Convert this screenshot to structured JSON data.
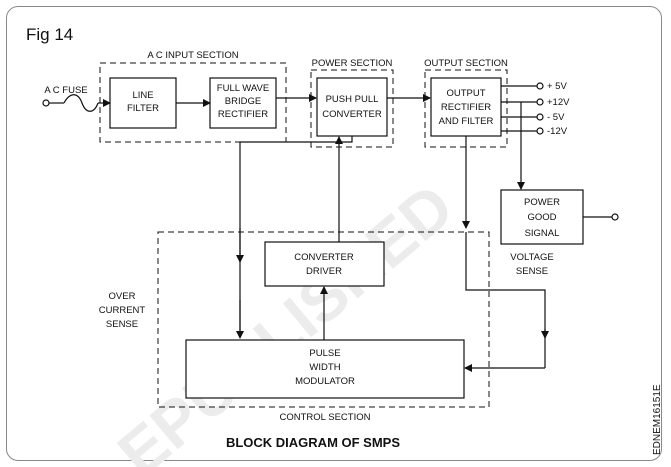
{
  "figure_label": "Fig 14",
  "watermark": "EPUBLISHED",
  "sections": {
    "ac_input": "A C  INPUT SECTION",
    "power": "POWER SECTION",
    "output": "OUTPUT SECTION",
    "control": "CONTROL SECTION"
  },
  "blocks": {
    "line_filter": [
      "LINE",
      "FILTER"
    ],
    "full_wave_bridge": [
      "FULL WAVE",
      "BRIDGE",
      "RECTIFIER"
    ],
    "push_pull": [
      "PUSH PULL",
      "CONVERTER"
    ],
    "output_rectifier": [
      "OUTPUT",
      "RECTIFIER",
      "AND FILTER"
    ],
    "power_good": [
      "POWER",
      "GOOD",
      "SIGNAL"
    ],
    "converter_driver": [
      "CONVERTER",
      "DRIVER"
    ],
    "pwm": [
      "PULSE",
      "WIDTH",
      "MODULATOR"
    ]
  },
  "labels": {
    "ac_fuse": "A C FUSE",
    "over_current": [
      "OVER",
      "CURRENT",
      "SENSE"
    ],
    "voltage_sense": [
      "VOLTAGE",
      "SENSE"
    ]
  },
  "outputs": [
    "+ 5V",
    "+12V",
    "-  5V",
    "-12V"
  ],
  "caption": "BLOCK DIAGRAM OF SMPS",
  "code": "EDNEM16151E"
}
